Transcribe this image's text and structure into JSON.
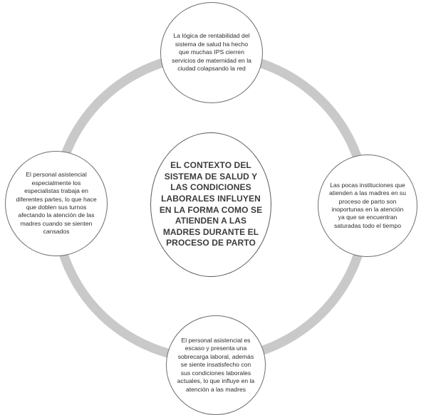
{
  "diagram": {
    "center": {
      "text": "EL CONTEXTO DEL SISTEMA DE SALUD Y LAS CONDICIONES LABORALES INFLUYEN EN LA FORMA COMO SE ATIENDEN A LAS MADRES DURANTE EL PROCESO DE PARTO"
    },
    "nodes": {
      "top": "La lógica de rentabilidad del sistema de salud ha hecho que muchas IPS cierren servicios de maternidad en la ciudad colapsando la red",
      "right": "Las pocas instituciones que atienden a las madres en su proceso de parto son inoportunas en la atención ya que se encuentran saturadas todo el tiempo",
      "bottom": "El personal asistencial es escaso y presenta una sobrecarga laboral, además se siente insatisfecho con sus condiciones laborales actuales, lo que influye en la atención a las madres",
      "left": "El personal asistencial especialmente los especialistas trabaja en diferentes partes, lo que hace que doblen sus turnos afectando la atención de las madres cuando se sienten cansados"
    },
    "colors": {
      "ring": "#c9c9c9",
      "circle_border": "#6e6e6e",
      "text": "#2e2e2e",
      "background": "#ffffff"
    }
  }
}
